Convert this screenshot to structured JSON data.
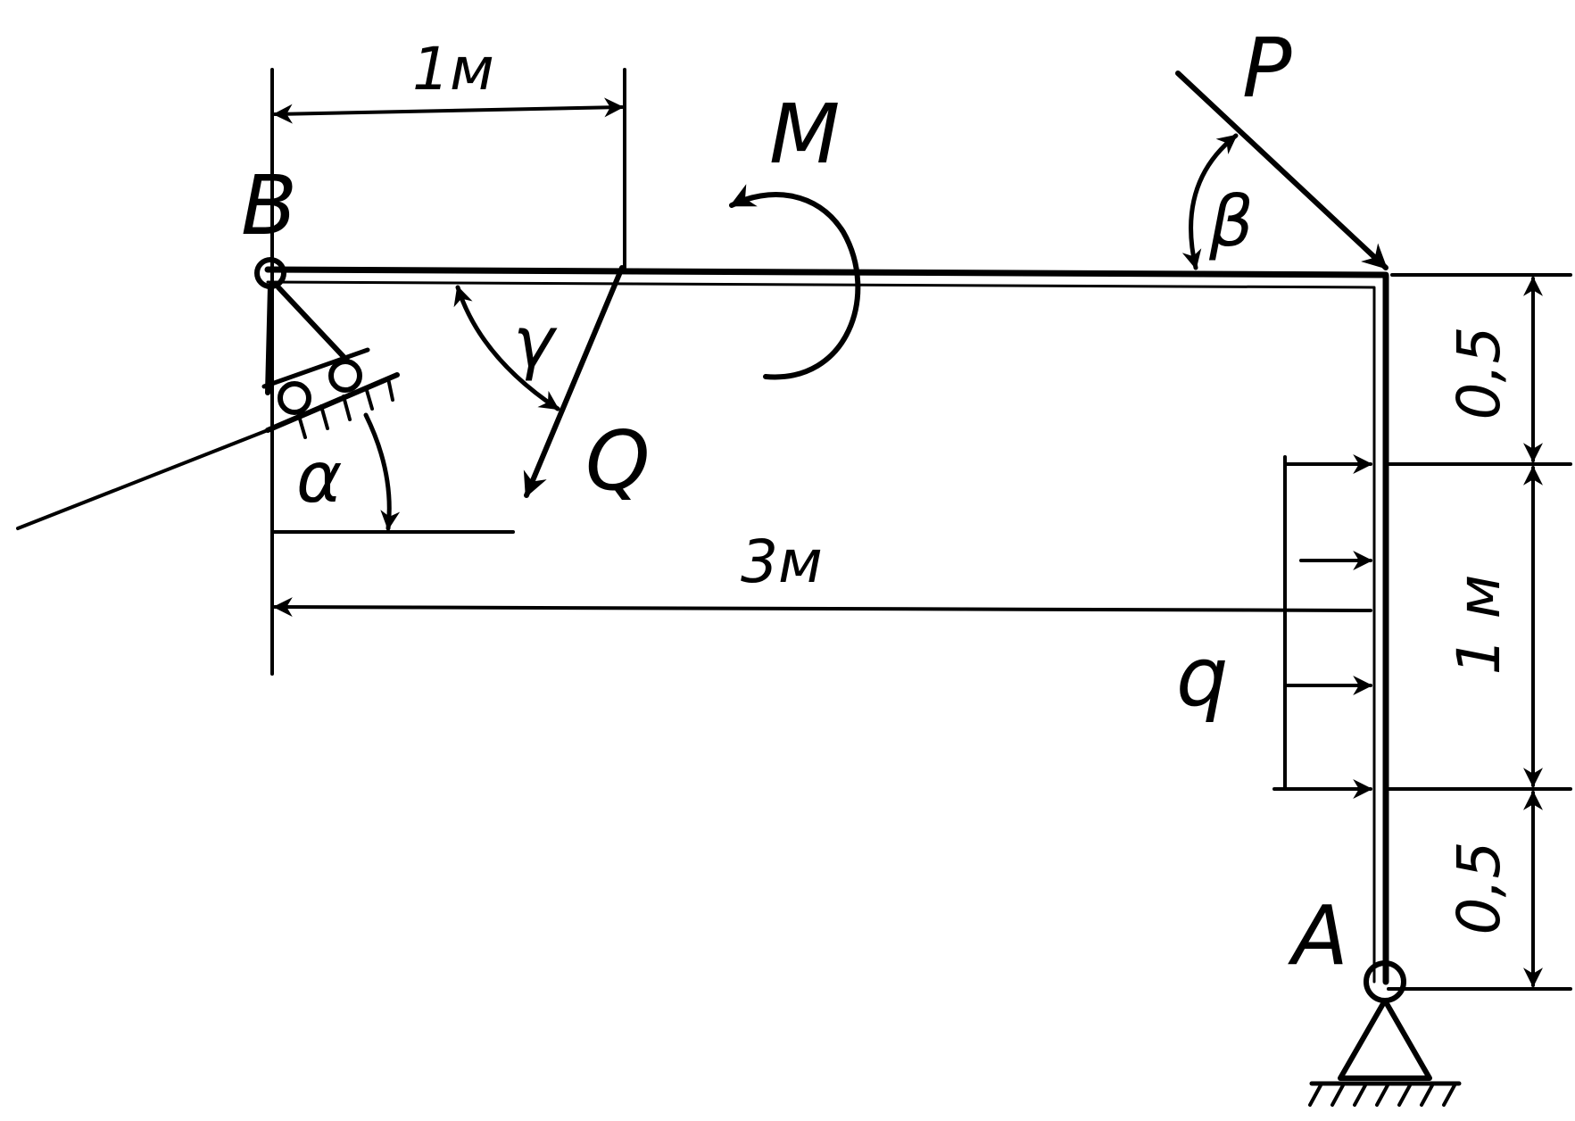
{
  "labels": {
    "point_b": "B",
    "point_a": "A",
    "force_p": "P",
    "moment_m": "M",
    "force_q": "Q",
    "load_q": "q",
    "angle_alpha": "α",
    "angle_beta": "β",
    "angle_gamma": "γ"
  },
  "dimensions": {
    "top_span": "1м",
    "horizontal_total": "3м",
    "right_upper": "0,5",
    "right_middle": "1 м",
    "right_lower": "0,5"
  },
  "colors": {
    "ink": "#000000",
    "paper": "#ffffff"
  }
}
